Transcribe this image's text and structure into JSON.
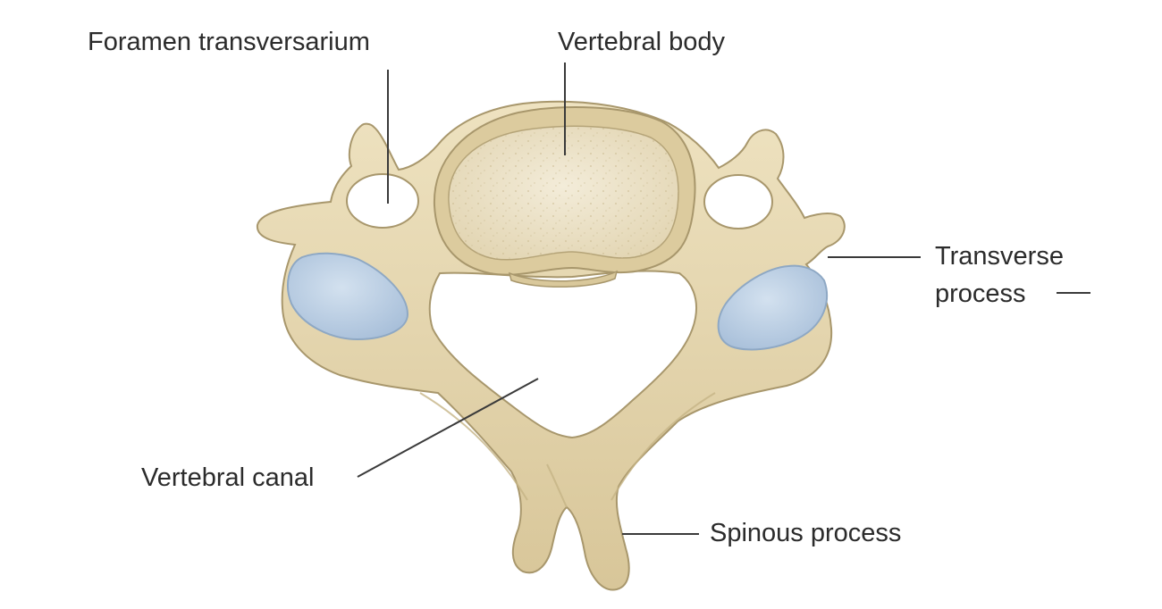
{
  "diagram": {
    "labels": {
      "foramen_transversarium": "Foramen transversarium",
      "vertebral_body": "Vertebral body",
      "transverse_process_line1": "Transverse",
      "transverse_process_line2": "process",
      "vertebral_canal": "Vertebral canal",
      "spinous_process": "Spinous process"
    },
    "colors": {
      "bone": "#e6d8b2",
      "bone_shadow": "#c9b88c",
      "bone_outline": "#a8976c",
      "body_surface": "#ede4cc",
      "articular_facet": "#bcd0e4",
      "facet_outline": "#8ea8c4",
      "label_text": "#2b2b2b",
      "leader_line": "#3a3a3a"
    }
  }
}
